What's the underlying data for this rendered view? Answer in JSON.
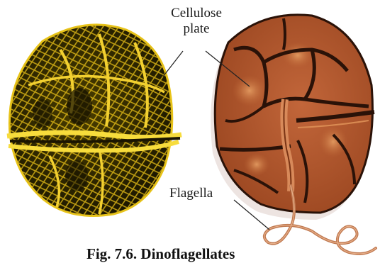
{
  "labels": {
    "cellulose_line1": "Cellulose",
    "cellulose_line2": "plate",
    "flagella": "Flagella"
  },
  "caption": "Fig. 7.6. Dinoflagellates",
  "colors": {
    "sem_cell_dark": "#2a2400",
    "sem_ridge": "#e8c41a",
    "drawing_cell": "#b5582a",
    "drawing_plate_highlight": "#cf7a45",
    "drawing_suture": "#2a1208",
    "flagellum": "#c07a52"
  }
}
